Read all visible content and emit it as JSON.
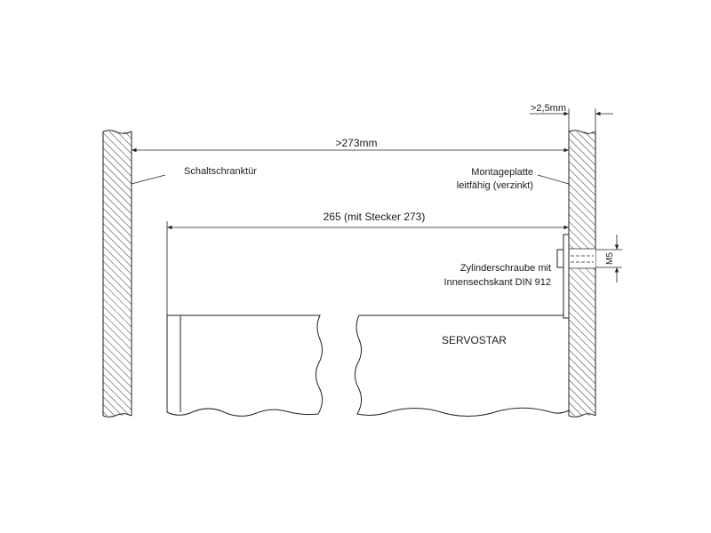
{
  "labels": {
    "dim_total": ">273mm",
    "dim_plate_thickness": ">2,5mm",
    "dim_device": "265 (mit Stecker 273)",
    "door": "Schaltschranktür",
    "plate_line1": "Montageplatte",
    "plate_line2": "leitfähig (verzinkt)",
    "screw_line1": "Zylinderschraube mit",
    "screw_line2": "Innensechskant DIN 912",
    "device": "SERVOSTAR",
    "thread": "M5"
  }
}
